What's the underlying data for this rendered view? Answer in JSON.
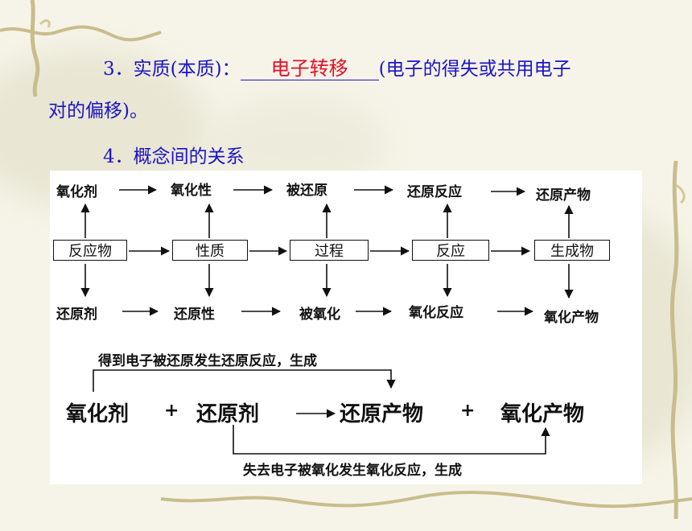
{
  "heading3": {
    "prefix": "3．实质(本质)：",
    "answer": "电子转移",
    "suffix": "(电子的得失或共用电子",
    "continuation": "对的偏移)。"
  },
  "heading4": "4．概念间的关系",
  "top_row": [
    "氧化剂",
    "氧化性",
    "被还原",
    "还原反应",
    "还原产物"
  ],
  "middle_row": [
    "反应物",
    "性质",
    "过程",
    "反应",
    "生成物"
  ],
  "bottom_row": [
    "还原剂",
    "还原性",
    "被氧化",
    "氧化反应",
    "氧化产物"
  ],
  "equation": {
    "top_note": "得到电子被还原发生还原反应，生成",
    "oxidant": "氧化剂",
    "plus1": "+",
    "reductant": "还原剂",
    "reduction_product": "还原产物",
    "plus2": "+",
    "oxidation_product": "氧化产物",
    "bottom_note": "失去电子被氧化发生氧化反应，生成"
  },
  "colors": {
    "text_blue": "#1a14c8",
    "answer_red": "#e0102a"
  }
}
